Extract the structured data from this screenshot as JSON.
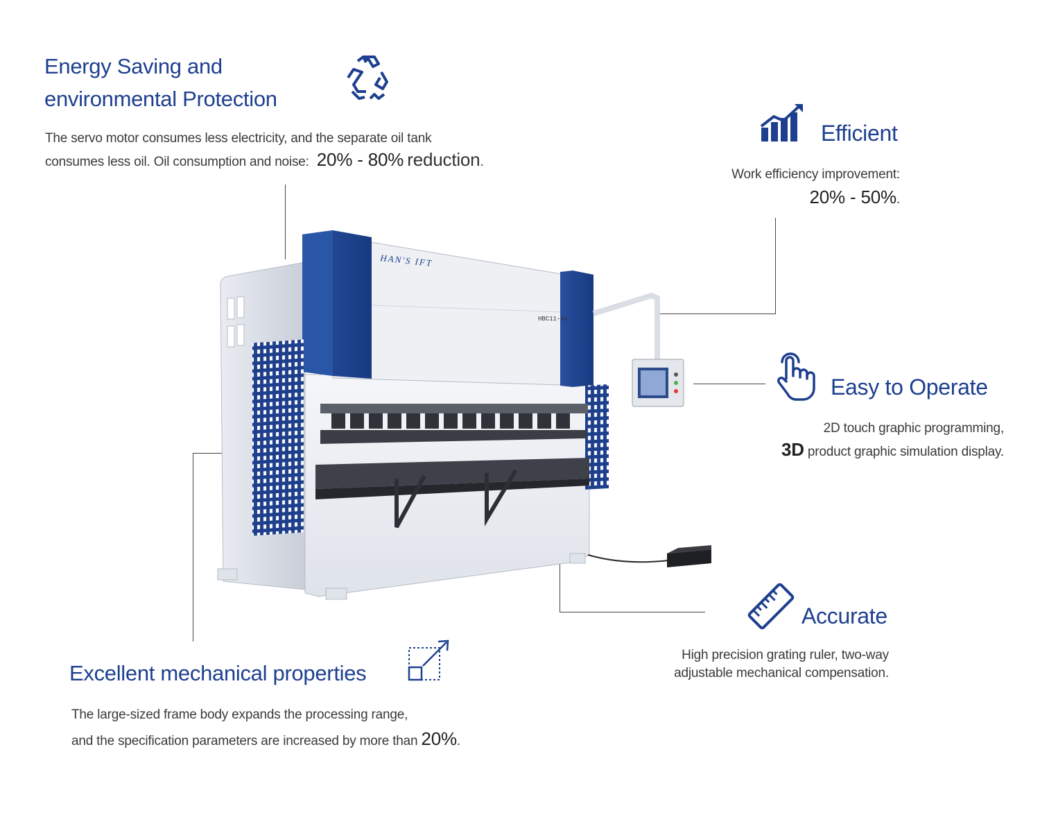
{
  "energy": {
    "title_line1": "Energy Saving and",
    "title_line2": "environmental Protection",
    "desc_line1": "The servo motor consumes less electricity, and the separate oil tank",
    "desc_line2_prefix": "consumes less oil. Oil consumption and noise:",
    "desc_highlight": "20% - 80%",
    "desc_suffix": "reduction",
    "desc_end": "."
  },
  "efficient": {
    "title": "Efficient",
    "desc_line1": "Work efficiency improvement:",
    "desc_highlight": "20% - 50%",
    "desc_end": "."
  },
  "easy": {
    "title": "Easy to Operate",
    "desc_line1": "2D touch graphic programming,",
    "desc_bold": "3D",
    "desc_line2": "product graphic simulation display."
  },
  "accurate": {
    "title": "Accurate",
    "desc_line1": "High precision grating ruler, two-way",
    "desc_line2": "adjustable mechanical compensation."
  },
  "mechanical": {
    "title": "Excellent mechanical properties",
    "desc_line1": "The large-sized frame body expands the processing range,",
    "desc_line2_prefix": "and the specification parameters are increased by more than",
    "desc_highlight": "20%",
    "desc_end": "."
  },
  "machine": {
    "brand": "HAN'S IFT",
    "model": "HBC11-41"
  },
  "icons": {
    "energy": "recycle-icon",
    "efficient": "bar-chart-growth-icon",
    "easy": "touch-hand-icon",
    "accurate": "ruler-icon",
    "mechanical": "expand-arrow-icon"
  },
  "colors": {
    "heading": "#1d3f8f",
    "machine_blue": "#1e3f8c",
    "text": "#3a3a3a"
  }
}
